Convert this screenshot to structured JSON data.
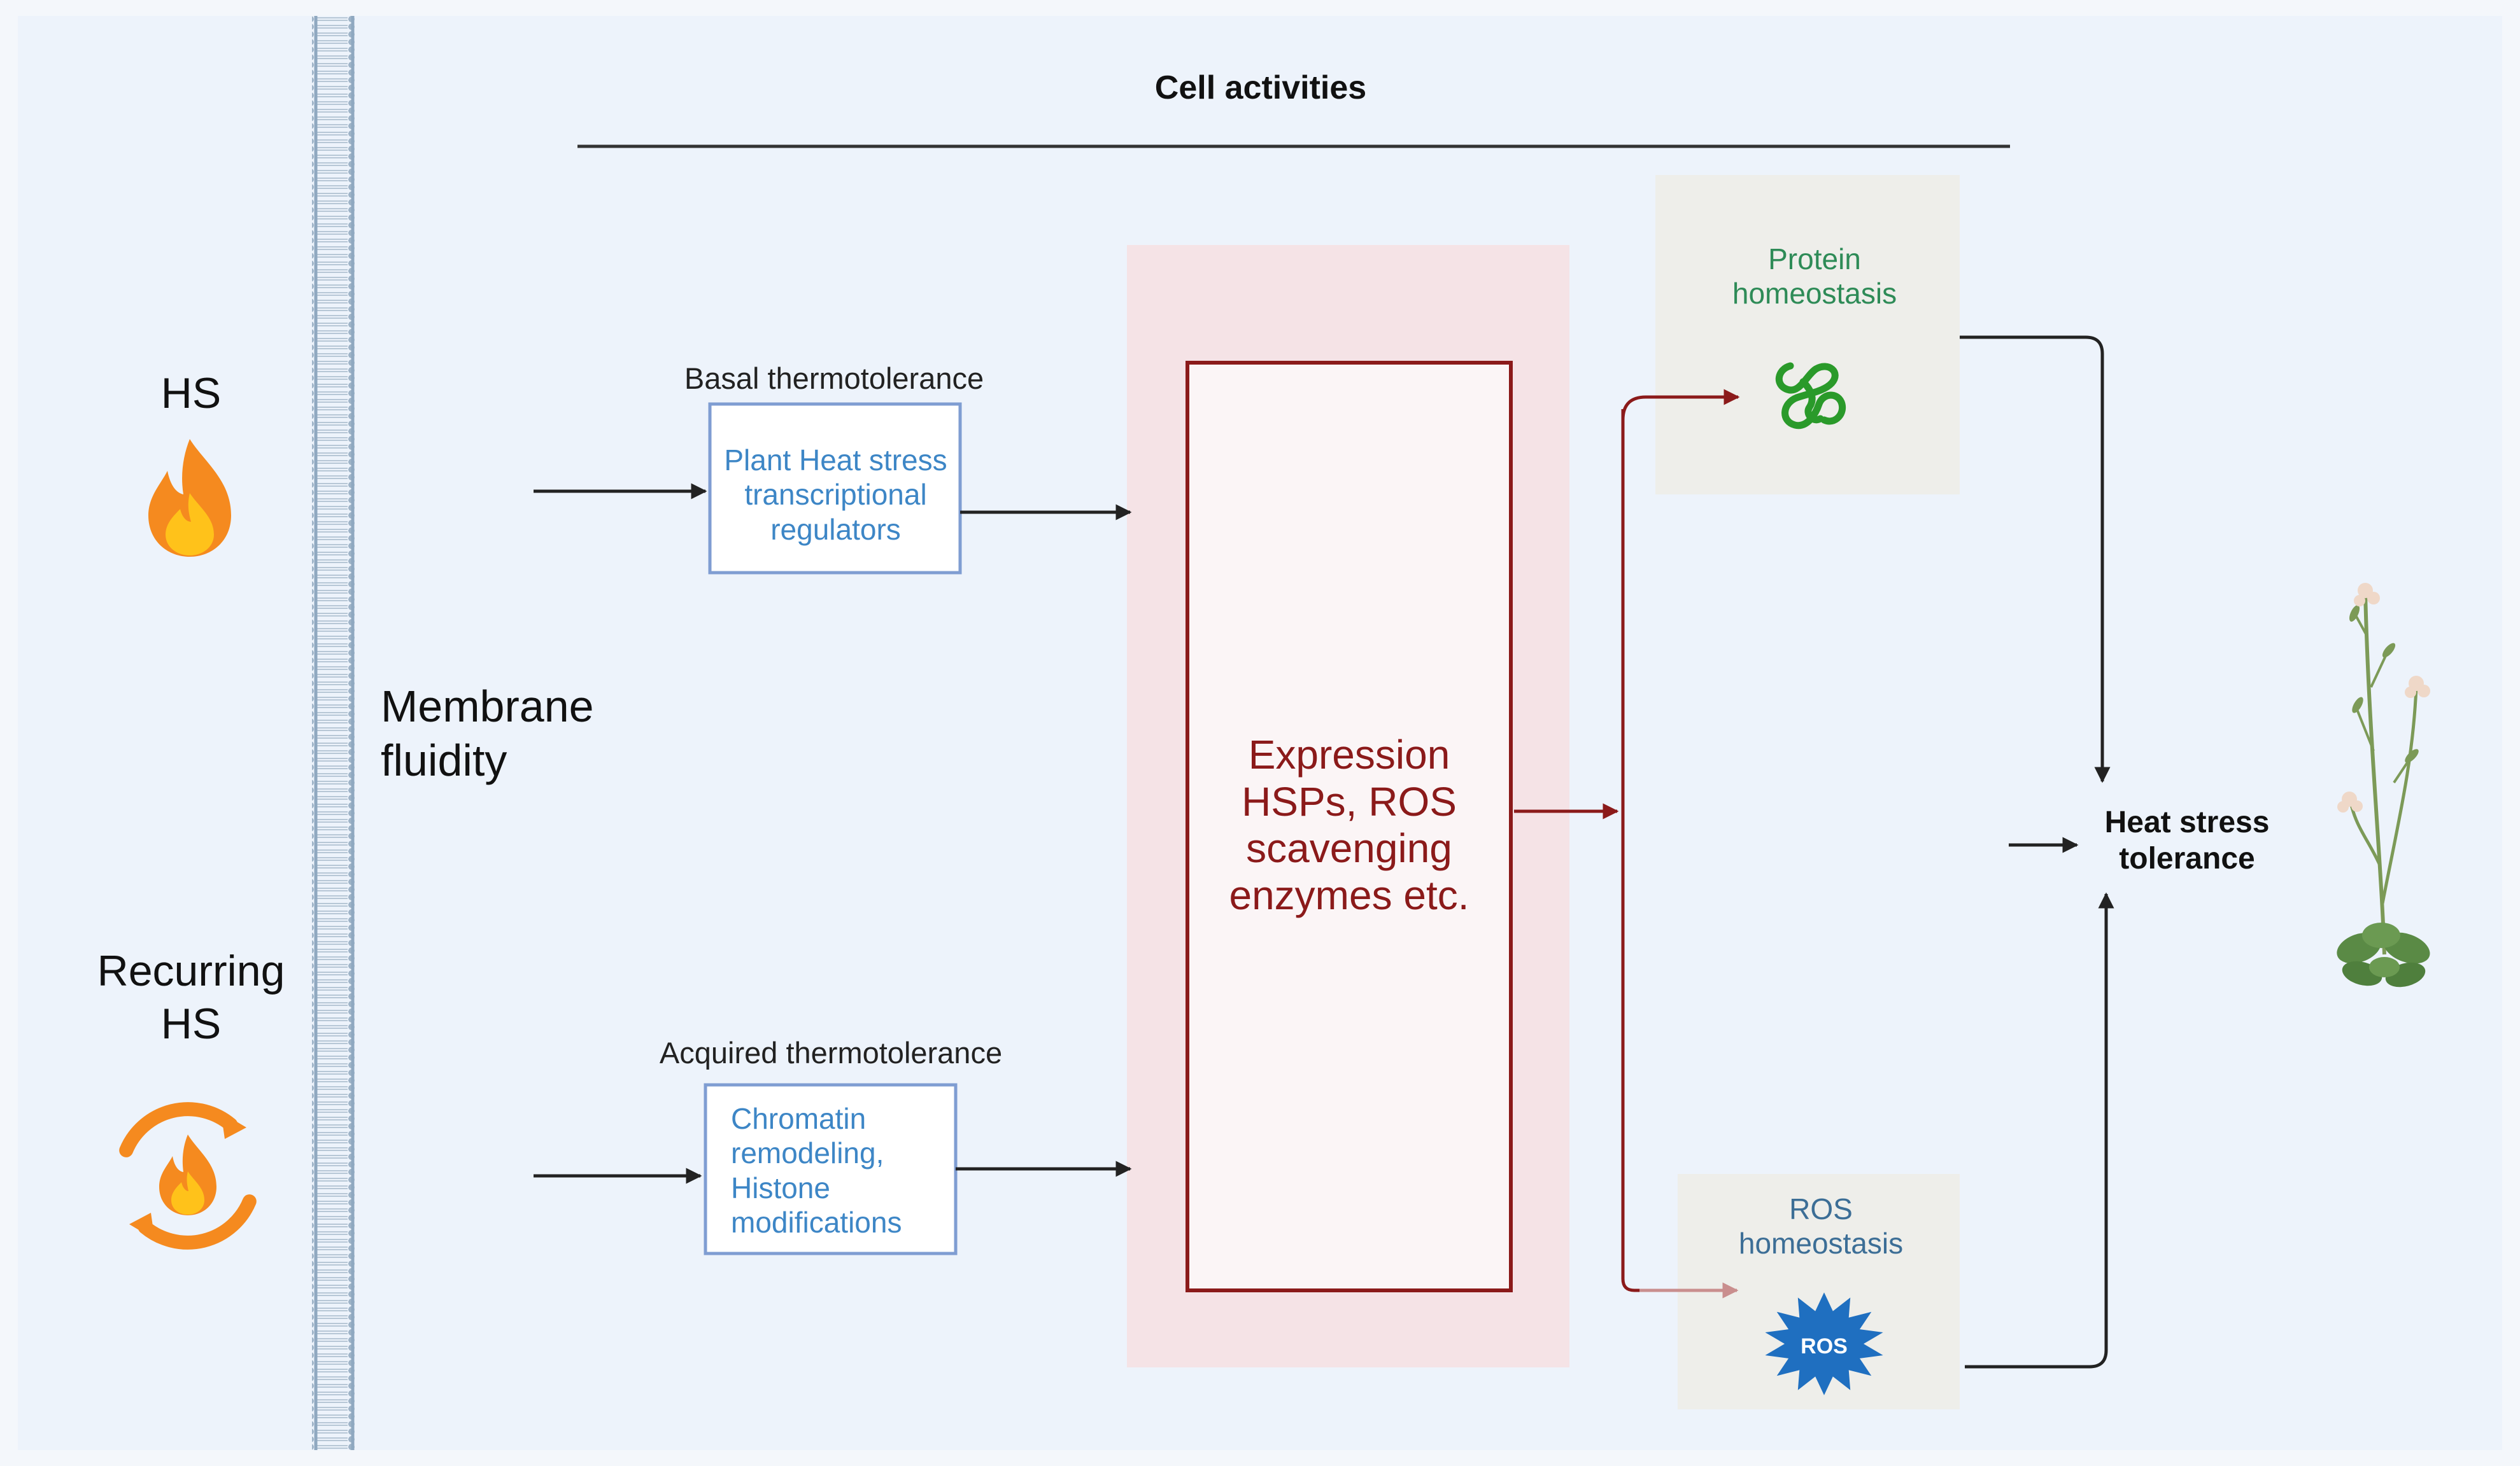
{
  "colors": {
    "background": "#edf3fb",
    "border_light": "#f4f7fb",
    "membrane": "#8fa8c0",
    "arrow_dark": "#222222",
    "arrow_red": "#8b1a1a",
    "arrow_pink": "#c98e8e",
    "regulator_border": "#7f9dd2",
    "regulator_text": "#3d86c6",
    "expression_panel": "#f5e3e6",
    "expression_border": "#8b1a1a",
    "expression_text": "#8b1a1a",
    "homeostasis_panel": "#eeeeea",
    "protein_text": "#2e8b57",
    "protein_icon": "#2a9a2a",
    "ros_text": "#3c6e96",
    "ros_icon": "#1f6fc0",
    "fire_outer": "#f58a1f",
    "fire_inner": "#ffc21a",
    "plant_stem": "#7c9a57",
    "plant_leaf": "#5a8a45",
    "plant_flower": "#efd8c8"
  },
  "header": {
    "title": "Cell activities"
  },
  "stimuli": {
    "hs_label": "HS",
    "recurring_label_line1": "Recurring",
    "recurring_label_line2": "HS",
    "fire_icon": "flame-icon",
    "recurring_icon": "recurring-flame-icon"
  },
  "membrane": {
    "label_line1": "Membrane",
    "label_line2": "fluidity"
  },
  "pathways": {
    "basal": {
      "heading": "Basal thermotolerance",
      "box_line1": "Plant Heat stress",
      "box_line2": "transcriptional",
      "box_line3": "regulators"
    },
    "acquired": {
      "heading": "Acquired thermotolerance",
      "box_line1": "Chromatin",
      "box_line2": "remodeling,",
      "box_line3": "Histone",
      "box_line4": "modifications"
    }
  },
  "expression": {
    "line1": "Expression",
    "line2": "HSPs, ROS",
    "line3": "scavenging",
    "line4": "enzymes etc."
  },
  "homeostasis": {
    "protein_line1": "Protein",
    "protein_line2": "homeostasis",
    "protein_icon": "protein-coil-icon",
    "ros_line1": "ROS",
    "ros_line2": "homeostasis",
    "ros_badge": "ROS",
    "ros_icon": "ros-burst-icon"
  },
  "outcome": {
    "line1": "Heat stress",
    "line2": "tolerance",
    "plant_icon": "plant-icon"
  }
}
